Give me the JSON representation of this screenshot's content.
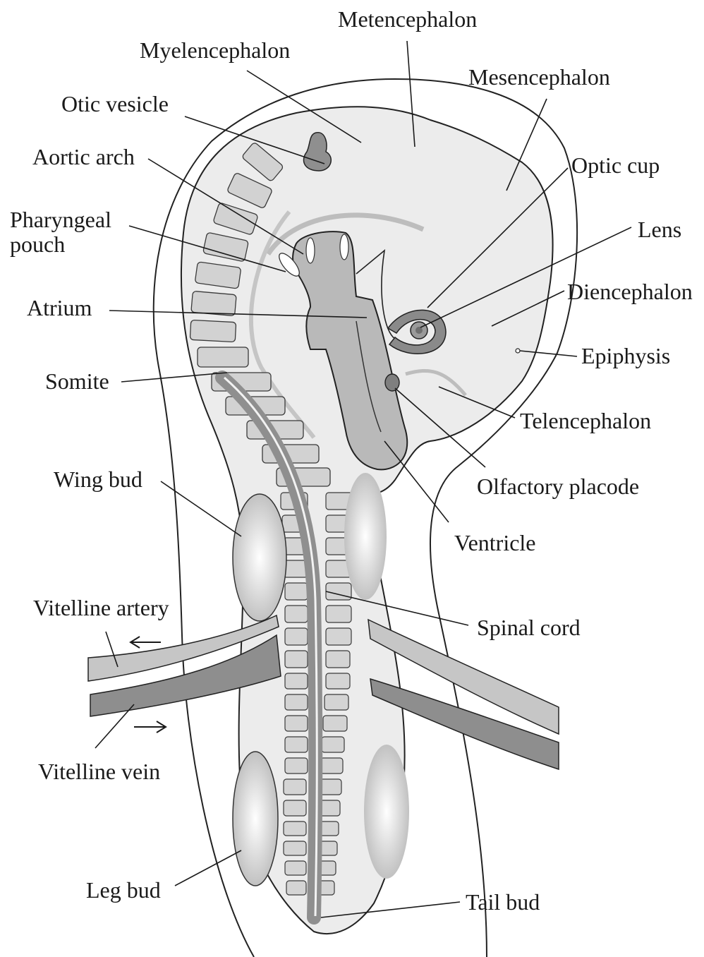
{
  "labels": {
    "metencephalon": "Metencephalon",
    "myelencephalon": "Myelencephalon",
    "mesencephalon": "Mesencephalon",
    "otic_vesicle": "Otic vesicle",
    "aortic_arch": "Aortic arch",
    "optic_cup": "Optic cup",
    "pharyngeal_line1": "Pharyngeal",
    "pharyngeal_line2": "pouch",
    "lens": "Lens",
    "atrium": "Atrium",
    "diencephalon": "Diencephalon",
    "epiphysis": "Epiphysis",
    "somite": "Somite",
    "telencephalon": "Telencephalon",
    "wing_bud": "Wing bud",
    "olfactory_placode": "Olfactory placode",
    "ventricle": "Ventricle",
    "vitelline_artery": "Vitelline artery",
    "spinal_cord": "Spinal cord",
    "vitelline_vein": "Vitelline vein",
    "leg_bud": "Leg bud",
    "tail_bud": "Tail bud"
  },
  "colors": {
    "embryo_fill": "#ececec",
    "outline": "#222222",
    "somite": "#cfcfcf",
    "heart": "#b9b9b9",
    "cord": "#9a9a9a",
    "vessel_light": "#c4c4c4",
    "vessel_dark": "#8c8c8c",
    "limb_bud": "#c8c8c8",
    "eye": "#8a8a8a",
    "otic": "#8f8f8f"
  }
}
